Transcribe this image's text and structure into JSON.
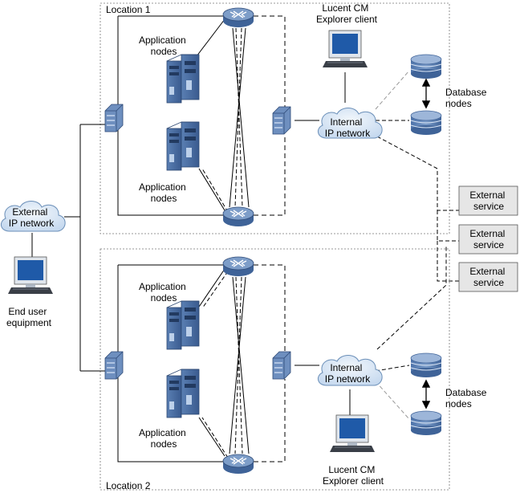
{
  "locations": [
    {
      "label": "Location 1",
      "app_nodes_top_label": [
        "Application",
        "nodes"
      ],
      "app_nodes_bottom_label": [
        "Application",
        "nodes"
      ],
      "internal_network_label": [
        "Internal",
        "IP network"
      ],
      "database_label": [
        "Database",
        "nodes"
      ],
      "client_label": [
        "Lucent CM",
        "Explorer client"
      ]
    },
    {
      "label": "Location 2",
      "app_nodes_top_label": [
        "Application",
        "nodes"
      ],
      "app_nodes_bottom_label": [
        "Application",
        "nodes"
      ],
      "internal_network_label": [
        "Internal",
        "IP network"
      ],
      "database_label": [
        "Database",
        "nodes"
      ],
      "client_label": [
        "Lucent CM",
        "Explorer client"
      ]
    }
  ],
  "external_network_label": [
    "External",
    "IP network"
  ],
  "end_user_label": [
    "End user",
    "equipment"
  ],
  "external_services": [
    "External service",
    "External service",
    "External service"
  ],
  "colors": {
    "line": "#000000",
    "box_border": "#555555",
    "service_fill": "#e6e6e6",
    "device_blue": "#4a6fa5",
    "device_dark": "#2d4a78",
    "screen_blue": "#1f5aa8",
    "cloud_fill": "#d8e8f7",
    "cloud_stroke": "#6b8fb8",
    "router_fill": "#6f8fb8"
  }
}
